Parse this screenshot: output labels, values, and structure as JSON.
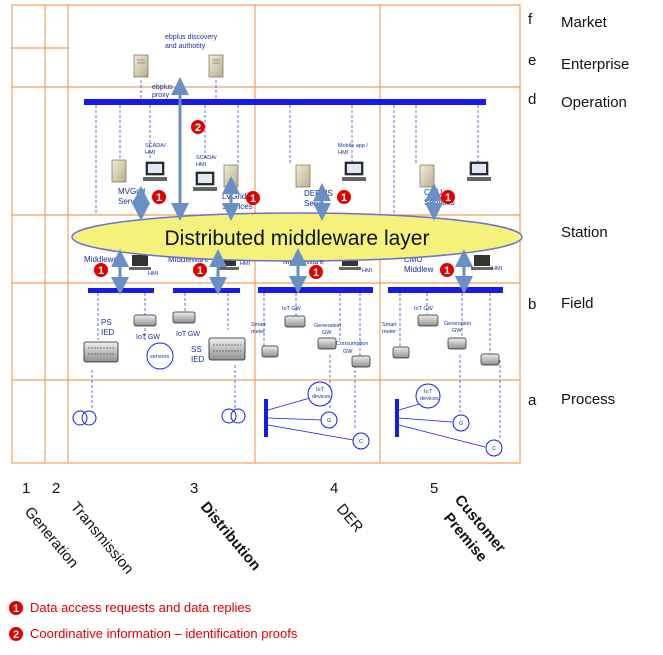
{
  "zones": [
    {
      "letter": "f",
      "name": "Market"
    },
    {
      "letter": "e",
      "name": "Enterprise"
    },
    {
      "letter": "d",
      "name": "Operation"
    },
    {
      "letter": "",
      "name": "Station"
    },
    {
      "letter": "b",
      "name": "Field"
    },
    {
      "letter": "a",
      "name": "Process"
    }
  ],
  "domains": [
    {
      "num": "1",
      "name": "Generation",
      "bold": false
    },
    {
      "num": "2",
      "name": "Transmission",
      "bold": false
    },
    {
      "num": "3",
      "name": "Distribution",
      "bold": true
    },
    {
      "num": "4",
      "name": "DER",
      "bold": false
    },
    {
      "num": "5",
      "name_line1": "Customer",
      "name_line2": "Premise",
      "bold": true
    }
  ],
  "middleware_label": "Distributed middleware layer",
  "enterprise": {
    "discovery_line1": "ebplus discovery",
    "discovery_line2": "and authotity",
    "proxy_line1": "ebplus",
    "proxy_line2": "proxy"
  },
  "operation": {
    "scada1_line1": "SCADA/",
    "scada1_line2": "HMI",
    "scada2_line1": "SCADA/",
    "scada2_line2": "HMI",
    "mobile_line1": "Mobile app /",
    "mobile_line2": "HMI",
    "mvgrid_line1": "MVGrid",
    "mvgrid_line2": "Services",
    "lvgrid_line1": "LVGrid",
    "lvgrid_line2": "Services",
    "derms_line1": "DERMS",
    "derms_line2": "Serv",
    "cmu_line1": "CMU",
    "cmu_line2": "Services"
  },
  "station": {
    "mw1": "Middleware",
    "mw2": "Middleware",
    "mw3": "Middleware",
    "mw4_line1": "CMU",
    "mw4_line2": "Middlew",
    "hmi1": "HMI",
    "hmi2": "HMI",
    "hmi3": "HMI",
    "hmi4": "HMI"
  },
  "field": {
    "ps_ied_line1": "PS",
    "ps_ied_line2": "IED",
    "iot_gw1": "IoT GW",
    "iot_gw2": "IoT GW",
    "ss_ied_line1": "SS",
    "ss_ied_line2": "IED",
    "sensors": "sensors",
    "smart_meter1_line1": "Smart",
    "smart_meter1_line2": "meter",
    "iot_gw3": "IoT GW",
    "generation_gw1_line1": "Generation",
    "generation_gw1_line2": "GW",
    "consumption_gw_line1": "Consumption",
    "consumption_gw_line2": "GW",
    "smart_meter2_line1": "Smart",
    "smart_meter2_line2": "meter",
    "iot_gw4": "IoT GW",
    "generation_gw2_line1": "Generation",
    "generation_gw2_line2": "GW"
  },
  "process": {
    "iot_devices1_line1": "IoT",
    "iot_devices1_line2": "devices",
    "g1": "G",
    "c1": "C",
    "iot_devices2_line1": "IoT",
    "iot_devices2_line2": "devices",
    "g2": "G",
    "c2": "C"
  },
  "badges": {
    "one": "1",
    "two": "2"
  },
  "legend": [
    {
      "badge": "1",
      "text": "Data access requests and data replies"
    },
    {
      "badge": "2",
      "text": "Coordinative information – identification proofs"
    }
  ],
  "colors": {
    "grid": "#f0a060",
    "bus": "#1a1ae6",
    "arrow": "#6a8fc4",
    "badge": "#e00000",
    "middleware_fill": "#f4f27a",
    "middleware_stroke": "#6f6fcf",
    "legend_text": "#e00000"
  }
}
